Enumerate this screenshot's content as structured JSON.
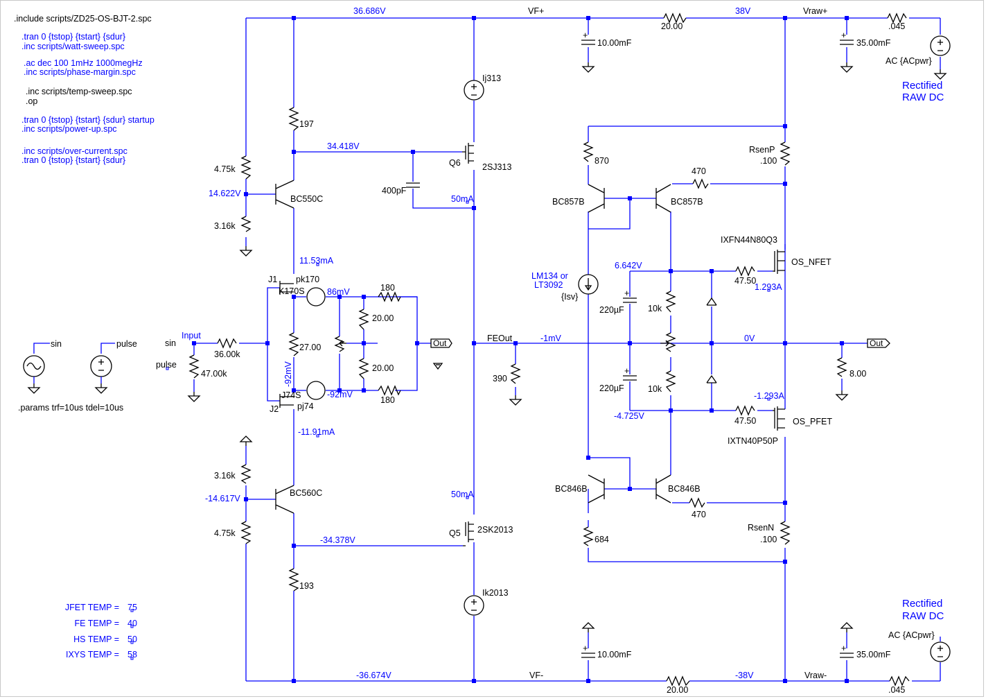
{
  "directives": [
    {
      "text": ".include scripts/ZD25-OS-BJT-2.spc",
      "color": "black"
    },
    {
      "text": ".tran 0 {tstop} {tstart} {sdur}",
      "color": "blue"
    },
    {
      "text": ".inc scripts/watt-sweep.spc",
      "color": "blue"
    },
    {
      "text": ".ac dec 100 1mHz 1000megHz",
      "color": "blue"
    },
    {
      "text": ".inc scripts/phase-margin.spc",
      "color": "blue"
    },
    {
      "text": ".inc scripts/temp-sweep.spc",
      "color": "black"
    },
    {
      "text": ".op",
      "color": "black"
    },
    {
      "text": ".tran  0 {tstop} {tstart} {sdur} startup",
      "color": "blue"
    },
    {
      "text": ".inc scripts/power-up.spc",
      "color": "blue"
    },
    {
      "text": ".inc scripts/over-current.spc",
      "color": "blue"
    },
    {
      "text": ".tran 0 {tstop} {tstart} {sdur}",
      "color": "blue"
    },
    {
      "text": ".params trf=10us tdel=10us",
      "color": "black"
    }
  ],
  "temps": [
    {
      "label": "JFET TEMP =",
      "value": "75"
    },
    {
      "label": "FE TEMP =",
      "value": "40"
    },
    {
      "label": "HS TEMP =",
      "value": "50"
    },
    {
      "label": "IXYS TEMP =",
      "value": "58"
    }
  ],
  "notes": {
    "rectified_line1": "Rectified",
    "rectified_line2": "RAW DC"
  },
  "net_labels": {
    "vf_plus": "VF+",
    "vf_minus": "VF-",
    "vraw_plus": "Vraw+",
    "vraw_minus": "Vraw-",
    "feout": "FEOut",
    "input": "Input",
    "sin": "sin",
    "pulse": "pulse",
    "sin_src": "sin",
    "pulse_src": "pulse",
    "out1": "Out",
    "out2": "Out"
  },
  "voltages": [
    "36.686V",
    "38V",
    "34.418V",
    "14.622V",
    "6.642V",
    "-1mV",
    "0V",
    "-4.725V",
    "-14.617V",
    "-34.378V",
    "-36.674V",
    "-38V",
    "86mV",
    "-92mV",
    "-92mV"
  ],
  "currents": [
    "11.53mA",
    "50mA",
    "1.293A",
    "-1.293A",
    "50mA",
    "-11.91mA"
  ],
  "components": {
    "r_vf_top": "20.00",
    "c_top1": "10.00mF",
    "c_top2": "35.00mF",
    "r_045_top": ".045",
    "ac_top": "AC {ACpwr}",
    "ac_bot": "AC {ACpwr}",
    "ij313": "Ij313",
    "r197": "197",
    "r475_top": "4.75k",
    "r316_top": "3.16k",
    "q_bc550c": "BC550C",
    "q6": "Q6",
    "q6_model": "2SJ313",
    "c400p": "400pF",
    "j1": "J1",
    "j1_model": "pk170",
    "j1_part": "K170S",
    "r180_a": "180",
    "r20_a": "20.00",
    "r27": "27.00",
    "r20_b": "20.00",
    "r180_b": "180",
    "j2_part": "J74S",
    "j2": "J2",
    "j2_model": "pj74",
    "r36k": "36.00k",
    "r47k": "47.00k",
    "r316_bot": "3.16k",
    "r475_bot": "4.75k",
    "q_bc560c": "BC560C",
    "q5": "Q5",
    "q5_model": "2SK2013",
    "r193": "193",
    "ik2013": "Ik2013",
    "r870": "870",
    "bc857b_l": "BC857B",
    "bc857b_r": "BC857B",
    "r470_top": "470",
    "rsenp": "RsenP",
    "rsenp_val": ".100",
    "ixfn": "IXFN44N80Q3",
    "os_nfet": "OS_NFET",
    "lm134": "LM134 or",
    "lt3092": "LT3092",
    "isv": "{Isv}",
    "c220_a": "220µF",
    "c220_b": "220µF",
    "r10k_a": "10k",
    "r10k_b": "10k",
    "r4750_a": "47.50",
    "r4750_b": "47.50",
    "os_pfet": "OS_PFET",
    "ixtn": "IXTN40P50P",
    "r390": "390",
    "r8": "8.00",
    "bc846b_l": "BC846B",
    "bc846b_r": "BC846B",
    "r470_bot": "470",
    "rsenn": "RsenN",
    "rsenn_val": ".100",
    "r684": "684",
    "c_bot1": "10.00mF",
    "c_bot2": "35.00mF",
    "r_vf_bot": "20.00",
    "r_045_bot": ".045"
  },
  "colors": {
    "wire": "#0000ff",
    "part": "#000000",
    "background": "#ffffff"
  }
}
